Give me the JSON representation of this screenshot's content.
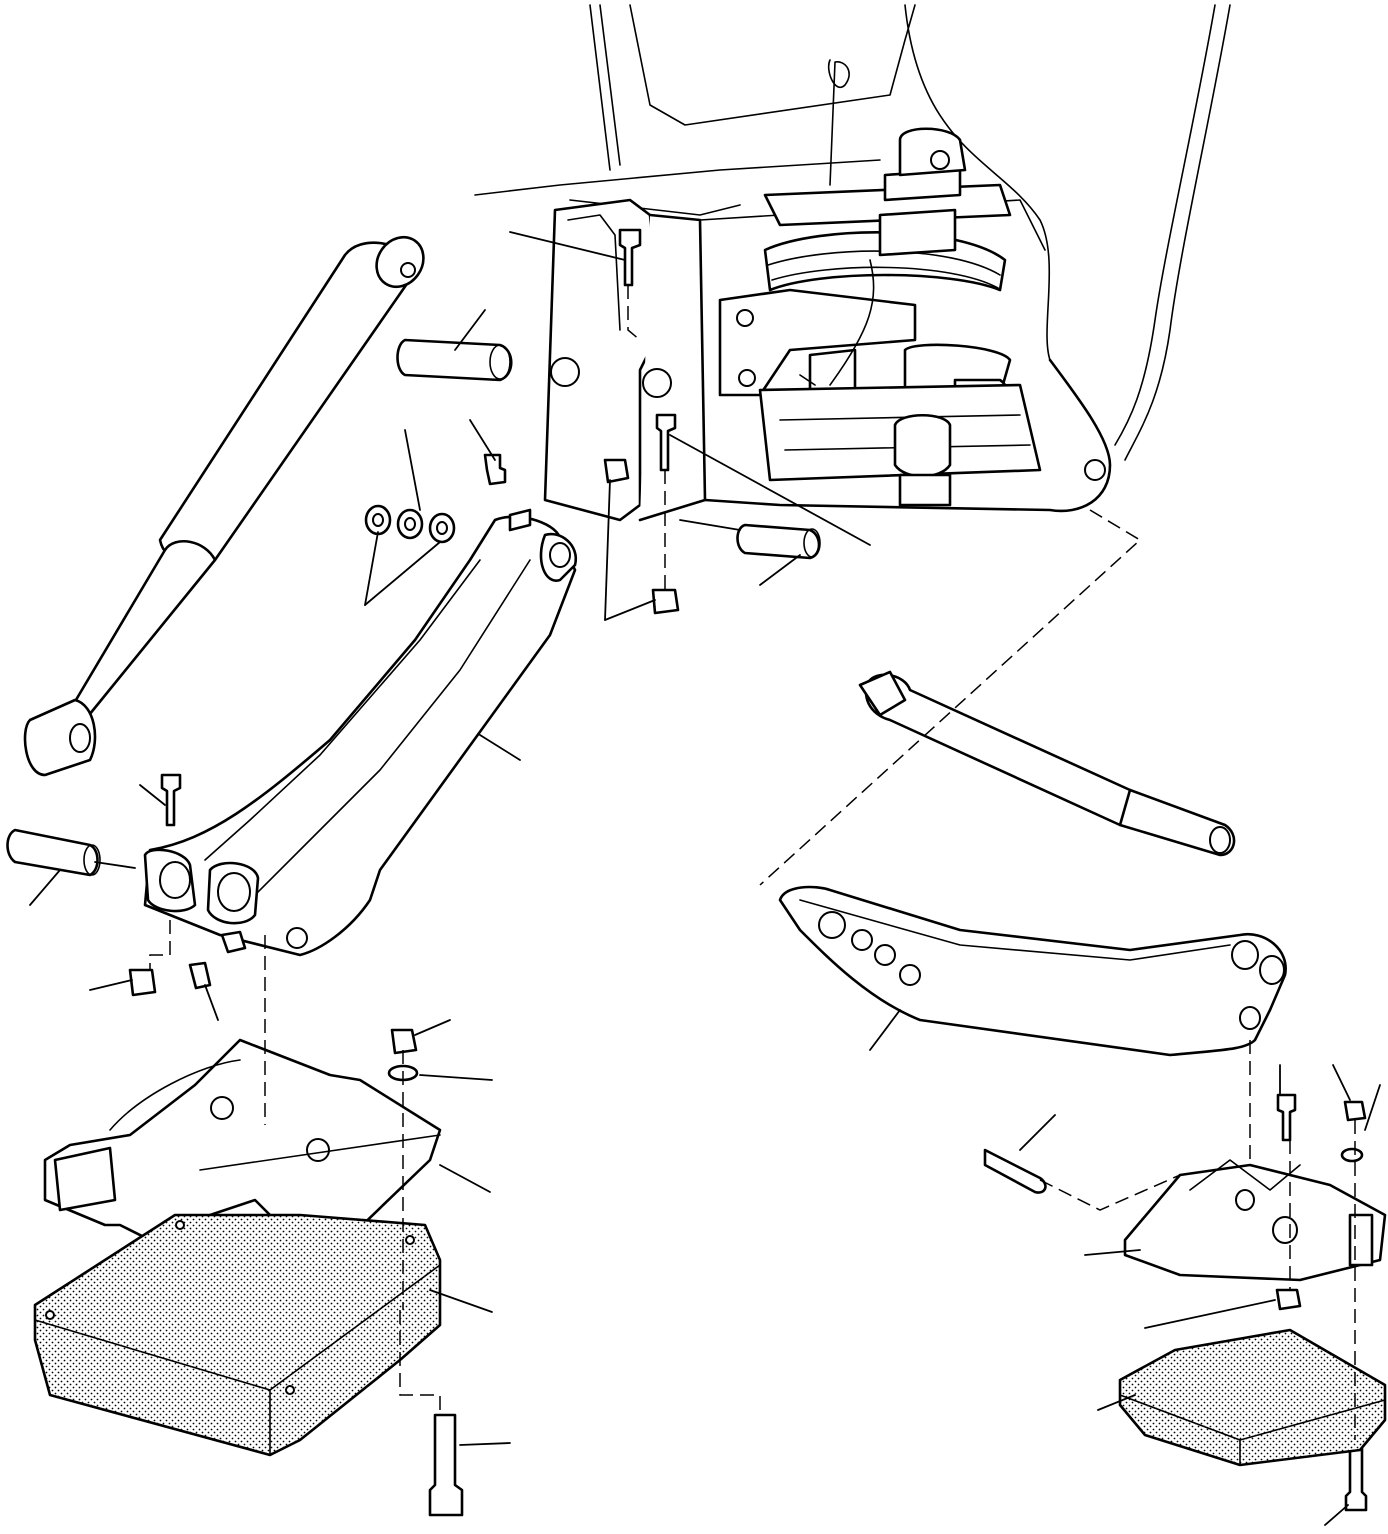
{
  "diagram": {
    "type": "exploded-parts-view",
    "style": "black line drawing on white, stippled rubber pads",
    "colors": {
      "ink": "#000000",
      "paper": "#ffffff"
    },
    "components": [
      "chassis-frame",
      "spring-pack",
      "lift-cylinder-left",
      "lower-link-arm-left",
      "pivot-pins",
      "bushings",
      "bolts",
      "nuts",
      "washers",
      "grease-nipples",
      "mounting-bracket-left",
      "rubber-pad-left",
      "lift-cylinder-right",
      "lower-link-arm-right",
      "mounting-bracket-right",
      "rubber-pad-right"
    ],
    "callout_count": 31
  }
}
